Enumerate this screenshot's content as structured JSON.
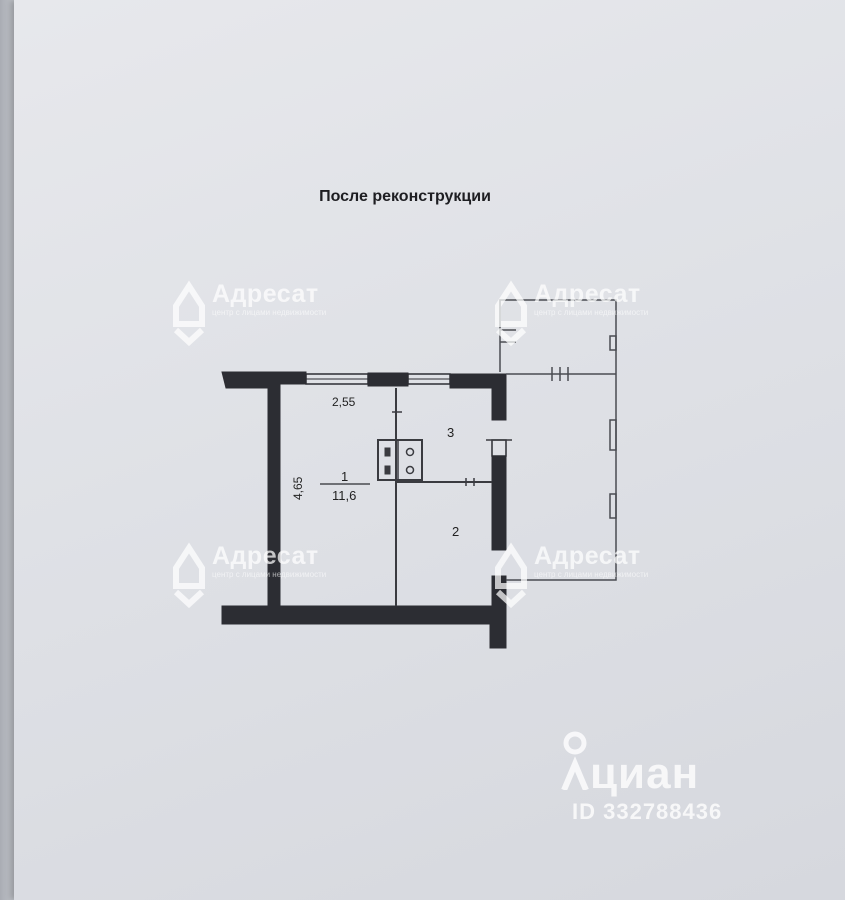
{
  "title": "После реконструкции",
  "plan": {
    "rooms": [
      {
        "number": "1",
        "area": "11,6"
      },
      {
        "number": "2"
      },
      {
        "number": "3"
      }
    ],
    "dimensions": {
      "width": "2,55",
      "length": "4,65"
    }
  },
  "watermarks": {
    "brand": "Адресат",
    "tagline": "центр с лицами недвижимости"
  },
  "cian": {
    "brand": "циан",
    "listing_id": "ID 332788436"
  },
  "colors": {
    "ink": "#2c2d33",
    "paper": "#e3e4e8",
    "watermark": "#ffffff"
  }
}
